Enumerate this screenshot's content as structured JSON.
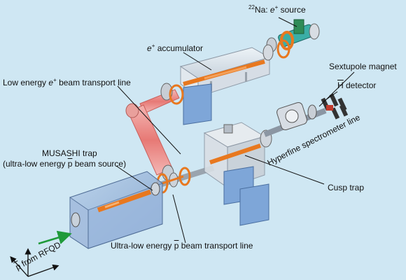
{
  "labels": {
    "na_source": {
      "sup": "22",
      "text": "Na: ",
      "e": "e",
      "plus": "+",
      "tail": " source"
    },
    "accumulator": {
      "e": "e",
      "plus": "+",
      "tail": " accumulator"
    },
    "sextupole": "Sextupole magnet",
    "hbar_detector": {
      "h": "H",
      "tail": " detector"
    },
    "low_energy_line": {
      "head": "Low energy ",
      "e": "e",
      "plus": "+",
      "tail": " beam transport line"
    },
    "hyperfine": "Hyperfine spectrometer line",
    "musashi_line1": "MUSASHI trap",
    "musashi_line2": {
      "head": "(ultra-low energy ",
      "p": "p",
      "tail": " beam source)"
    },
    "cusp": "Cusp trap",
    "pbar_rfqd": {
      "p": "p",
      "tail": " from RFQD"
    },
    "ultra_low_line": {
      "head": "Ultra-low energy ",
      "p": "p",
      "tail": " beam transport line"
    }
  },
  "colors": {
    "background": "#cfe7f3",
    "beam_pink": "#ef8f8c",
    "electrode_orange": "#e8781f",
    "chamber_glass": "#dde3ea",
    "trap_blue": "#9bbbe0",
    "detector_panel": "#7ea6d8",
    "arrow_green": "#1f9a3a",
    "source_teal": "#2f9e9a"
  }
}
